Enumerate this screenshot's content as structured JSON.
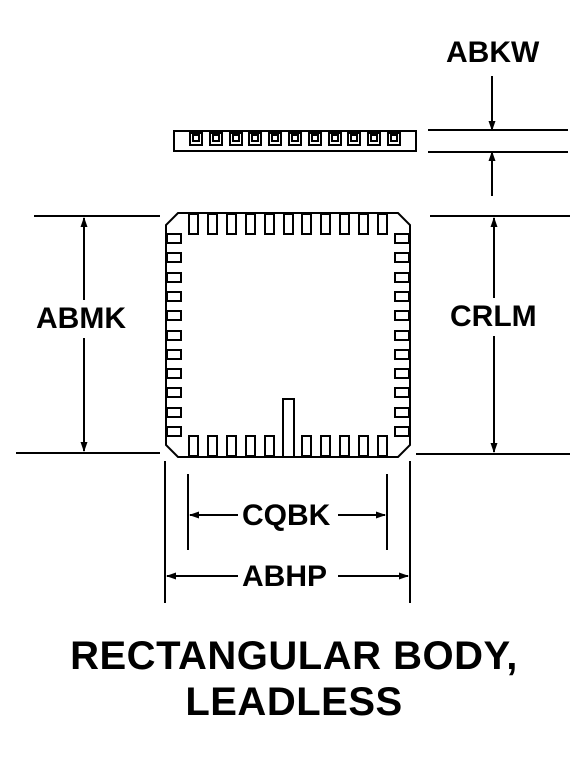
{
  "labels": {
    "abkw": "ABKW",
    "abmk": "ABMK",
    "crlm": "CRLM",
    "cqbk": "CQBK",
    "abhp": "ABHP"
  },
  "caption": {
    "line1": "RECTANGULAR BODY,",
    "line2": "LEADLESS"
  },
  "colors": {
    "ink": "#000000",
    "paper": "#ffffff"
  }
}
